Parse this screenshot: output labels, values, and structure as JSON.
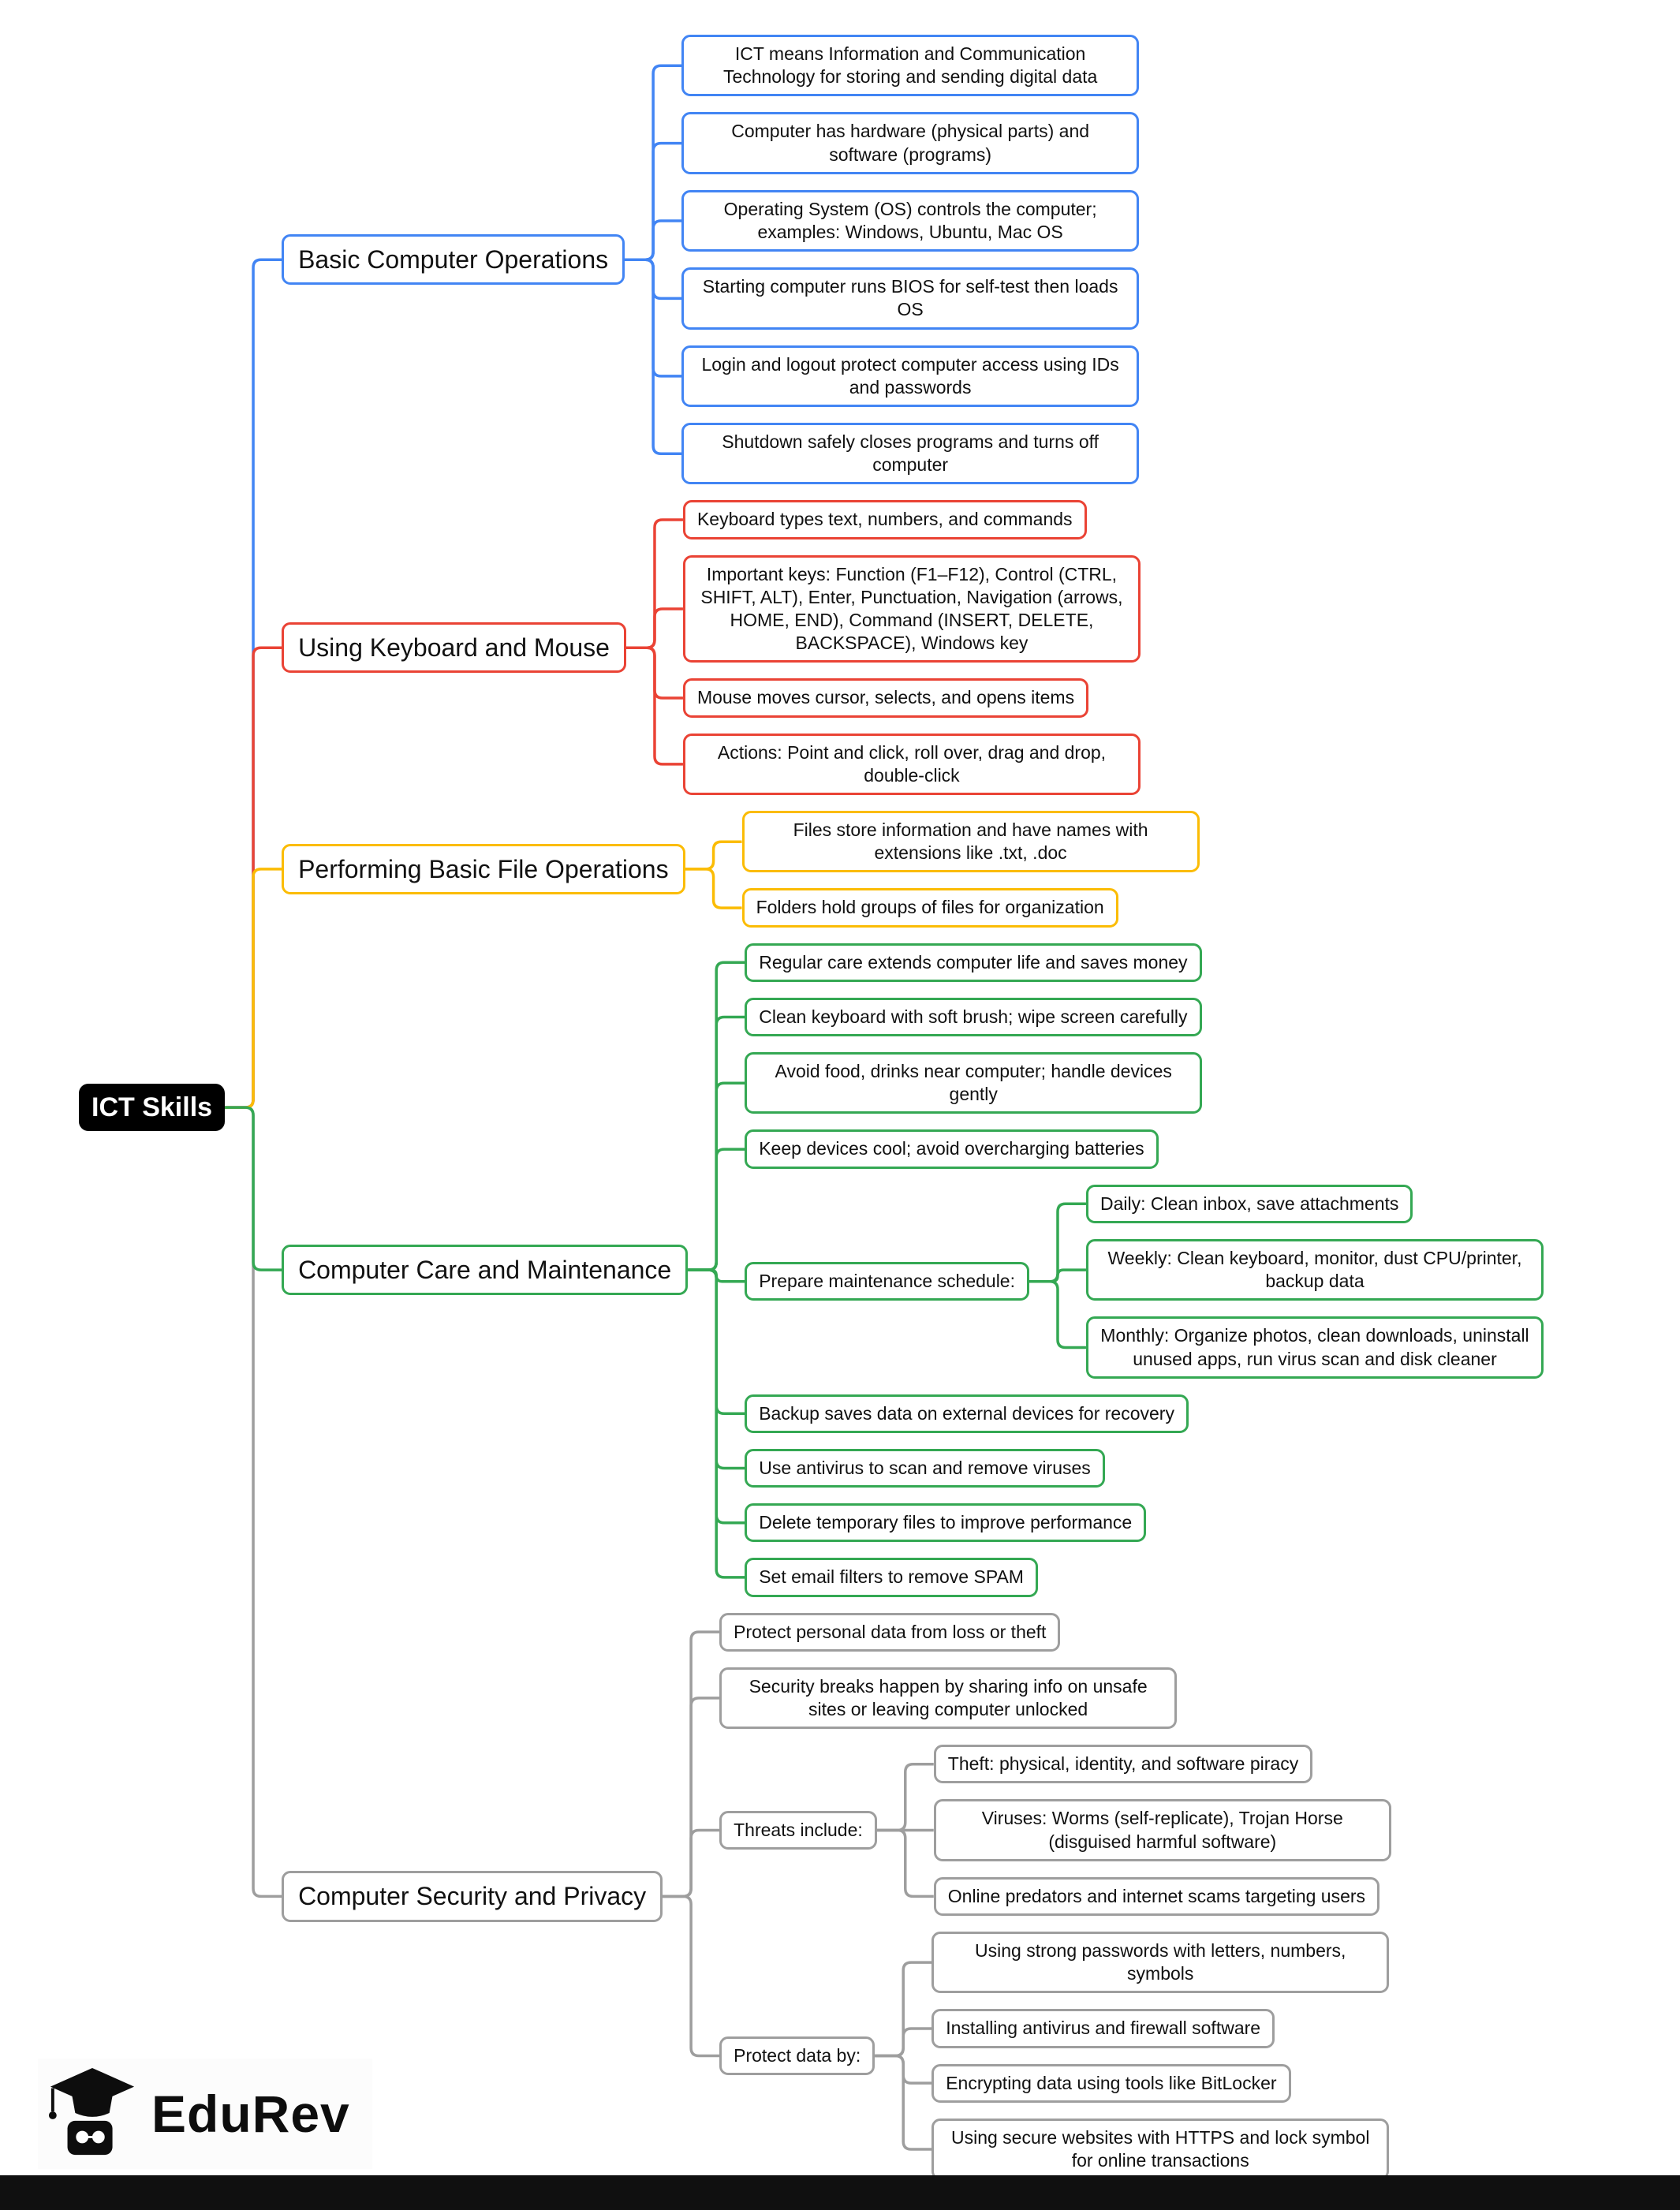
{
  "root": {
    "label": "ICT Skills"
  },
  "branches": [
    {
      "label": "Basic Computer Operations",
      "color": "#4285f4",
      "children": [
        {
          "label": "ICT means Information and Communication Technology for storing and sending digital data"
        },
        {
          "label": "Computer has hardware (physical parts) and software (programs)"
        },
        {
          "label": "Operating System (OS) controls the computer; examples: Windows, Ubuntu, Mac OS"
        },
        {
          "label": "Starting computer runs BIOS for self-test then loads OS"
        },
        {
          "label": "Login and logout protect computer access using IDs and passwords"
        },
        {
          "label": "Shutdown safely closes programs and turns off computer"
        }
      ]
    },
    {
      "label": "Using Keyboard and Mouse",
      "color": "#ea4335",
      "children": [
        {
          "label": "Keyboard types text, numbers, and commands"
        },
        {
          "label": "Important keys: Function (F1–F12), Control (CTRL, SHIFT, ALT), Enter, Punctuation, Navigation (arrows, HOME, END), Command (INSERT, DELETE, BACKSPACE), Windows key"
        },
        {
          "label": "Mouse moves cursor, selects, and opens items"
        },
        {
          "label": "Actions: Point and click, roll over, drag and drop, double-click"
        }
      ]
    },
    {
      "label": "Performing Basic File Operations",
      "color": "#fbbc05",
      "children": [
        {
          "label": "Files store information and have names with extensions like .txt, .doc"
        },
        {
          "label": "Folders hold groups of files for organization"
        }
      ]
    },
    {
      "label": "Computer Care and Maintenance",
      "color": "#34a853",
      "children": [
        {
          "label": "Regular care extends computer life and saves money"
        },
        {
          "label": "Clean keyboard with soft brush; wipe screen carefully"
        },
        {
          "label": "Avoid food, drinks near computer; handle devices gently"
        },
        {
          "label": "Keep devices cool; avoid overcharging batteries"
        },
        {
          "label": "Prepare maintenance schedule:",
          "children": [
            {
              "label": "Daily: Clean inbox, save attachments"
            },
            {
              "label": "Weekly: Clean keyboard, monitor, dust CPU/printer, backup data"
            },
            {
              "label": "Monthly: Organize photos, clean downloads, uninstall unused apps, run virus scan and disk cleaner"
            }
          ]
        },
        {
          "label": "Backup saves data on external devices for recovery"
        },
        {
          "label": "Use antivirus to scan and remove viruses"
        },
        {
          "label": "Delete temporary files to improve performance"
        },
        {
          "label": "Set email filters to remove SPAM"
        }
      ]
    },
    {
      "label": "Computer Security and Privacy",
      "color": "#9e9e9e",
      "children": [
        {
          "label": "Protect personal data from loss or theft"
        },
        {
          "label": "Security breaks happen by sharing info on unsafe sites or leaving computer unlocked"
        },
        {
          "label": "Threats include:",
          "children": [
            {
              "label": "Theft: physical, identity, and software piracy"
            },
            {
              "label": "Viruses: Worms (self-replicate), Trojan Horse (disguised harmful software)"
            },
            {
              "label": "Online predators and internet scams targeting users"
            }
          ]
        },
        {
          "label": "Protect data by:",
          "children": [
            {
              "label": "Using strong passwords with letters, numbers, symbols"
            },
            {
              "label": "Installing antivirus and firewall software"
            },
            {
              "label": "Encrypting data using tools like BitLocker"
            },
            {
              "label": "Using secure websites with HTTPS and lock symbol for online transactions"
            }
          ]
        }
      ]
    }
  ],
  "logo": {
    "brand": "EduRev"
  }
}
